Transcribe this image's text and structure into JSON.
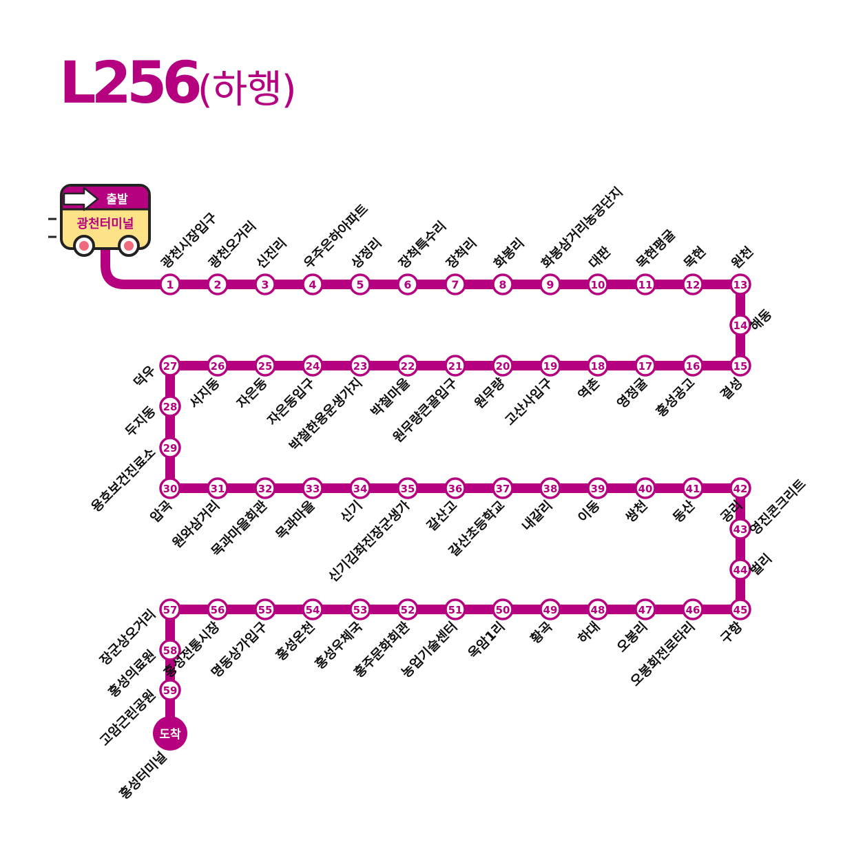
{
  "title": {
    "route": "L256",
    "direction": "(하행)"
  },
  "colors": {
    "line": "#b5007f",
    "bus_body": "#fde287",
    "text": "#111111"
  },
  "departure": {
    "badge": "출발",
    "terminal": "광천터미널"
  },
  "arrival": {
    "badge": "도착",
    "terminal": "홍성터미널"
  },
  "stops": [
    {
      "n": "1",
      "name": "광천시장입구"
    },
    {
      "n": "2",
      "name": "광천오거리"
    },
    {
      "n": "3",
      "name": "신진리"
    },
    {
      "n": "4",
      "name": "우주은하아파트"
    },
    {
      "n": "5",
      "name": "상정리"
    },
    {
      "n": "6",
      "name": "장척특수리"
    },
    {
      "n": "7",
      "name": "장척리"
    },
    {
      "n": "8",
      "name": "화봉리"
    },
    {
      "n": "9",
      "name": "화봉삼거리농공단지"
    },
    {
      "n": "10",
      "name": "대판"
    },
    {
      "n": "11",
      "name": "목현평굴"
    },
    {
      "n": "12",
      "name": "목현"
    },
    {
      "n": "13",
      "name": "원천"
    },
    {
      "n": "14",
      "name": "해동"
    },
    {
      "n": "15",
      "name": "결성"
    },
    {
      "n": "16",
      "name": "홍성공고"
    },
    {
      "n": "17",
      "name": "영정굴"
    },
    {
      "n": "18",
      "name": "역촌"
    },
    {
      "n": "19",
      "name": "고산사입구"
    },
    {
      "n": "20",
      "name": "원무량"
    },
    {
      "n": "21",
      "name": "원무량큰골입구"
    },
    {
      "n": "22",
      "name": "박철마을"
    },
    {
      "n": "23",
      "name": "박철한용운생가지"
    },
    {
      "n": "24",
      "name": "자은동입구"
    },
    {
      "n": "25",
      "name": "자은동"
    },
    {
      "n": "26",
      "name": "서지동"
    },
    {
      "n": "27",
      "name": "덕우"
    },
    {
      "n": "28",
      "name": "두지동"
    },
    {
      "n": "29",
      "name": "용호보건진료소"
    },
    {
      "n": "30",
      "name": "압곡"
    },
    {
      "n": "31",
      "name": "원와삼거리"
    },
    {
      "n": "32",
      "name": "목과마을회관"
    },
    {
      "n": "33",
      "name": "목과마을"
    },
    {
      "n": "34",
      "name": "신기"
    },
    {
      "n": "35",
      "name": "신기김좌진장군생가"
    },
    {
      "n": "36",
      "name": "갈산고"
    },
    {
      "n": "37",
      "name": "갈산초등학교"
    },
    {
      "n": "38",
      "name": "내갈리"
    },
    {
      "n": "39",
      "name": "이동"
    },
    {
      "n": "40",
      "name": "쌍천"
    },
    {
      "n": "41",
      "name": "동산"
    },
    {
      "n": "42",
      "name": "공리"
    },
    {
      "n": "43",
      "name": "영진콘크리트"
    },
    {
      "n": "44",
      "name": "벌리"
    },
    {
      "n": "45",
      "name": "구항"
    },
    {
      "n": "46",
      "name": "오봉회전로타리"
    },
    {
      "n": "47",
      "name": "오봉리"
    },
    {
      "n": "48",
      "name": "하대"
    },
    {
      "n": "49",
      "name": "황곡"
    },
    {
      "n": "50",
      "name": "옥암1리"
    },
    {
      "n": "51",
      "name": "농업기술센터"
    },
    {
      "n": "52",
      "name": "홍주문화회관"
    },
    {
      "n": "53",
      "name": "홍성우체국"
    },
    {
      "n": "54",
      "name": "홍성온천"
    },
    {
      "n": "55",
      "name": "명동상가입구"
    },
    {
      "n": "56",
      "name": "홍성전통시장"
    },
    {
      "n": "57",
      "name": "장군상오거리"
    },
    {
      "n": "58",
      "name": "홍성의료원"
    },
    {
      "n": "59",
      "name": "고암근린공원"
    }
  ]
}
